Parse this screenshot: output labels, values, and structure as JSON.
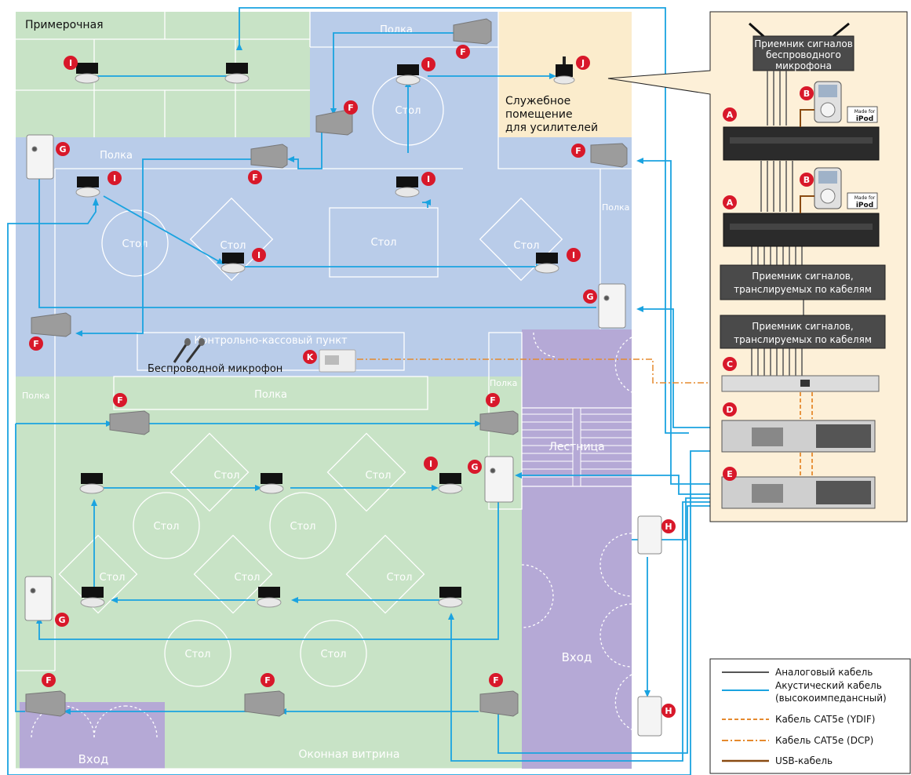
{
  "rooms": {
    "fitting_room": "Примерочная",
    "amp_room": [
      "Служебное",
      "помещение",
      "для усилителей"
    ],
    "stairs": "Лестница",
    "entrance_main": "Вход",
    "entrance_bottom": "Вход",
    "window": "Оконная витрина",
    "cashier": "Контрольно-кассовый пункт"
  },
  "labels": {
    "shelf": "Полка",
    "table": "Стол",
    "wireless_mic": "Беспроводной микрофон"
  },
  "equipment": {
    "wireless_receiver": [
      "Приемник сигналов",
      "беспроводного",
      "микрофона"
    ],
    "cable_receiver": [
      "Приемник сигналов,",
      "транслируемых по кабелям"
    ],
    "ipod_badge": [
      "Made for",
      "iPod"
    ]
  },
  "legend": {
    "analog": "Аналоговый кабель",
    "acoustic": [
      "Акустический кабель",
      "(высокоимпедансный)"
    ],
    "cat5_ydif": "Кабель CAT5e (YDIF)",
    "cat5_dcp": "Кабель CAT5e (DCP)",
    "usb": "USB-кабель"
  },
  "colors": {
    "green_zone": "#c8e3c6",
    "blue_zone": "#b9cce9",
    "purple_zone": "#b5a9d6",
    "amp_room": "#fbeccc",
    "equipment_panel": "#fdf0d8",
    "acoustic_cable": "#1aa3e0",
    "cat5_cable": "#e58a2e",
    "usb_cable": "#8a4b12",
    "badge": "#d8182a"
  }
}
